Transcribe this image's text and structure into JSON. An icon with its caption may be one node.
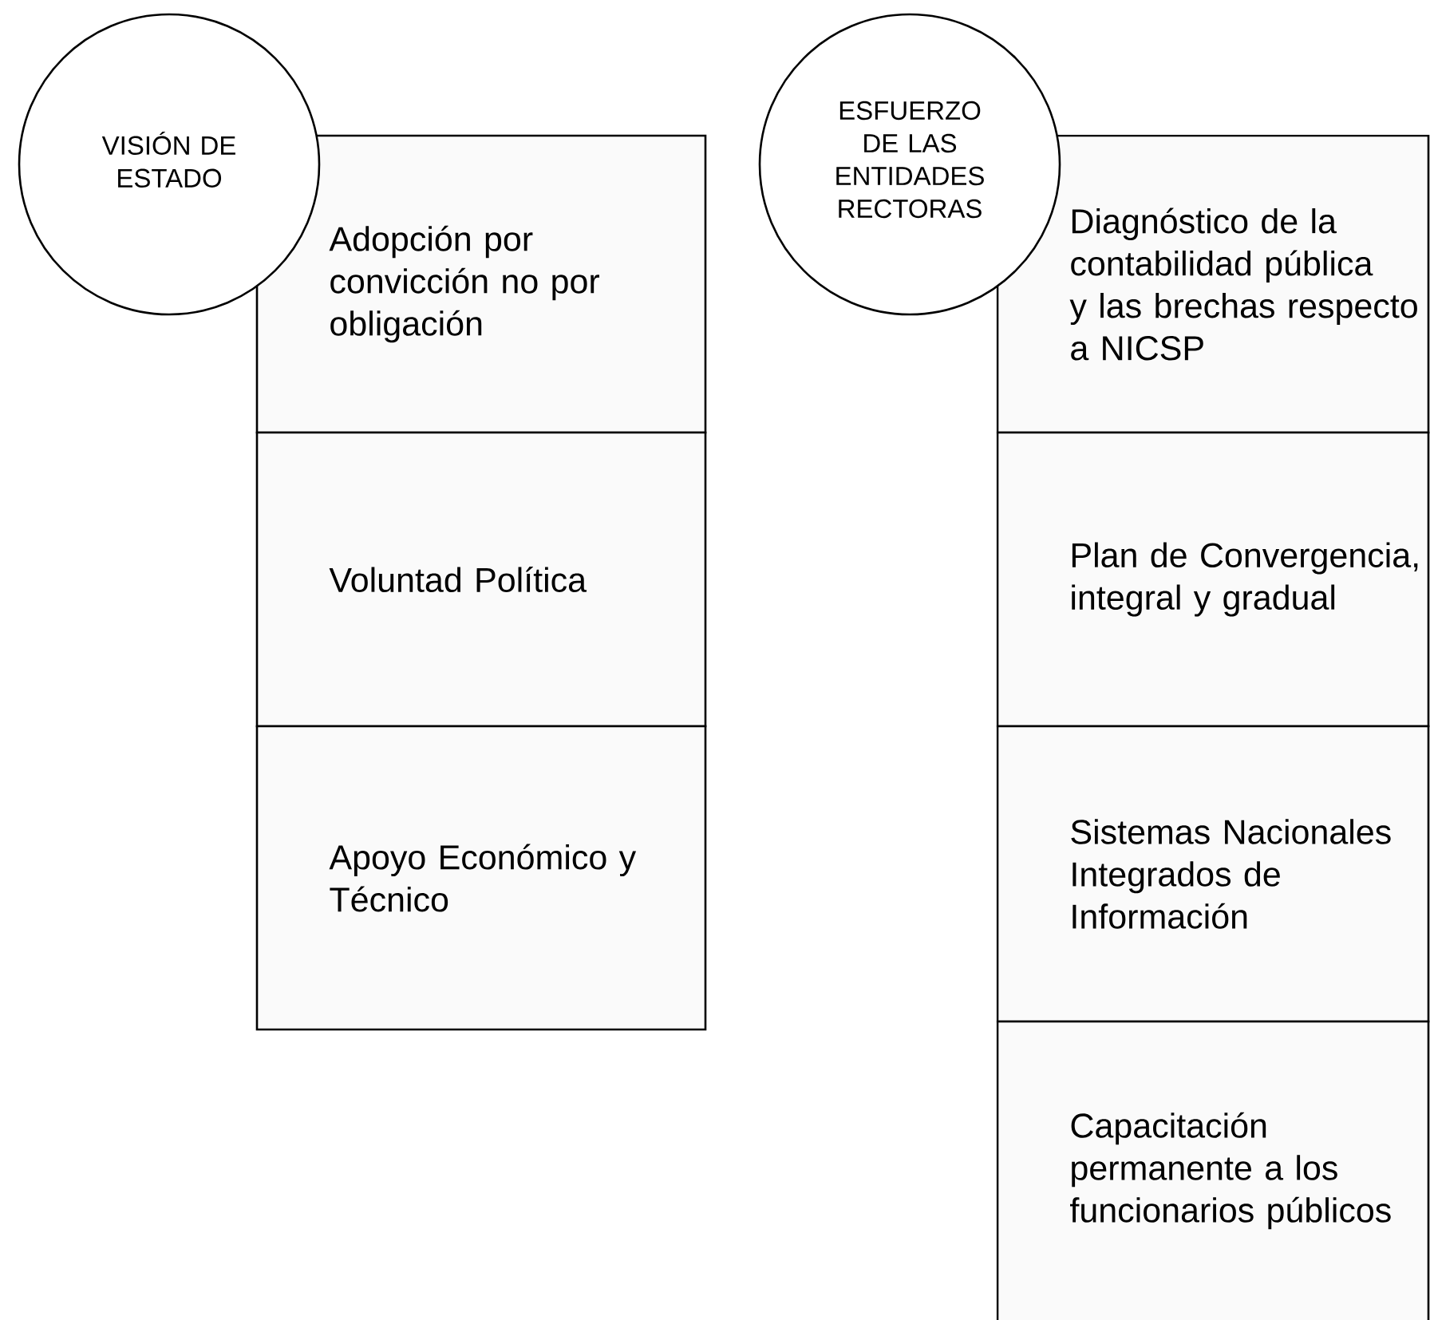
{
  "diagram": {
    "nodes": [
      {
        "text": [
          "VISIÓN DE ESTADO"
        ]
      },
      {
        "text": [
          "Adopción por convicción no por obligación"
        ]
      },
      {
        "text": [
          "Voluntad Política"
        ]
      },
      {
        "text": [
          "Apoyo Económico y Técnico"
        ]
      },
      {
        "text": [
          "ESFUERZO DE LAS ENTIDADES RECTORAS"
        ]
      },
      {
        "text": [
          "Diagnóstico de la contabilidad pública y las brechas respecto a NICSP"
        ]
      },
      {
        "text": [
          "Plan de Convergencia, integral y gradual"
        ]
      },
      {
        "text": [
          "Sistemas Nacionales Integrados de Información"
        ]
      },
      {
        "text": [
          "Capacitación permanente a los funcionarios públicos"
        ]
      }
    ]
  }
}
